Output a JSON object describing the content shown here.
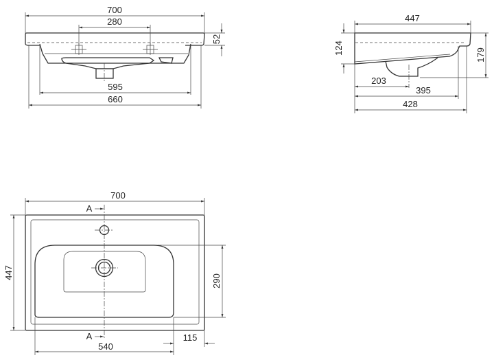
{
  "front_view": {
    "width_total": "700",
    "tap_spacing": "280",
    "slab_height": "52",
    "bottom_width": "595",
    "cabinet_width": "660"
  },
  "side_view": {
    "depth_total": "447",
    "front_height": "124",
    "total_height": "179",
    "drain_offset": "203",
    "bowl_depth": "395",
    "cabinet_depth": "428"
  },
  "top_view": {
    "width_total": "700",
    "depth_total": "447",
    "basin_depth": "290",
    "basin_width": "540",
    "side_margin": "115",
    "section_label_top": "A",
    "section_label_bottom": "A"
  }
}
